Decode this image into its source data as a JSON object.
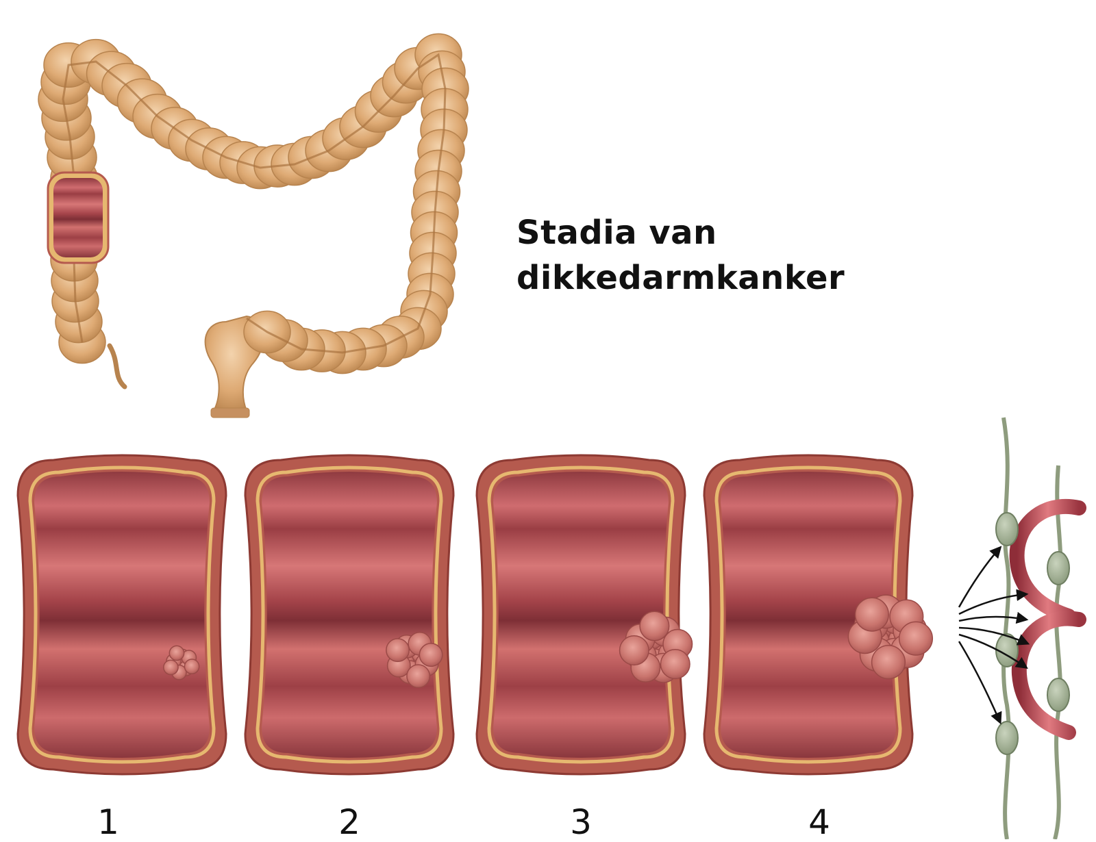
{
  "title": {
    "line1": "Stadia van",
    "line2": "dikkedarmkanker"
  },
  "stages": [
    {
      "label": "1",
      "tumor_size": 1
    },
    {
      "label": "2",
      "tumor_size": 2
    },
    {
      "label": "3",
      "tumor_size": 3
    },
    {
      "label": "4",
      "tumor_size": 4
    }
  ],
  "colors": {
    "colon_outer": "#d9a46e",
    "colon_shadow": "#b7834e",
    "wall_outer": "#b55a4e",
    "wall_band": "#e6b870",
    "lumen": "#a8434a",
    "lumen_light": "#d97b7c",
    "tumor": "#c7706a",
    "lymph_node": "#9fae90",
    "vessel": "#c84f55"
  },
  "icons": {
    "colon": "colon-illustration",
    "segment": "colon-segment-cutaway",
    "tumor": "tumor-growth",
    "lymph": "lymph-node-vessels"
  }
}
